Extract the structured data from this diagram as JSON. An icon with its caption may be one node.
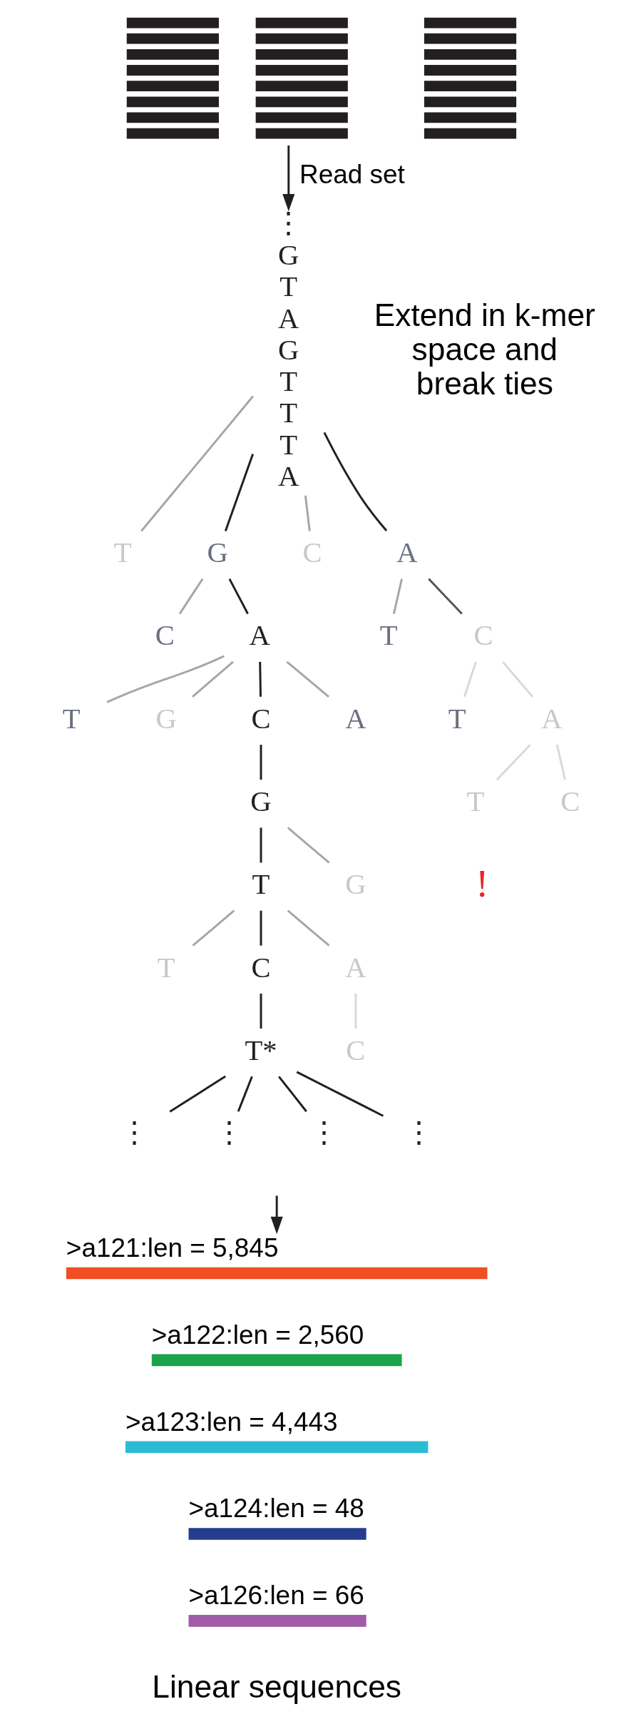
{
  "diagram": {
    "nodes": [
      {
        "text": [],
        "shape": "picture"
      },
      {
        "text": [
          "⋮ G T A G T T T A"
        ]
      },
      {
        "text": [
          "T"
        ]
      },
      {
        "text": [
          "G"
        ]
      },
      {
        "text": [
          "C"
        ]
      },
      {
        "text": [
          "A"
        ]
      },
      {
        "text": [
          "C"
        ]
      },
      {
        "text": [
          "A"
        ]
      },
      {
        "text": [
          "T"
        ]
      },
      {
        "text": [
          "C"
        ]
      },
      {
        "text": [
          "T"
        ]
      },
      {
        "text": [
          "G"
        ]
      },
      {
        "text": [
          "C"
        ]
      },
      {
        "text": [
          "A"
        ]
      },
      {
        "text": [
          "T"
        ]
      },
      {
        "text": [
          "A"
        ]
      },
      {
        "text": [
          "G"
        ]
      },
      {
        "text": [
          "T"
        ]
      },
      {
        "text": [
          "C"
        ]
      },
      {
        "text": [
          "T"
        ]
      },
      {
        "text": [
          "G"
        ]
      },
      {
        "text": [
          "T"
        ]
      },
      {
        "text": [
          "C"
        ]
      },
      {
        "text": [
          "A"
        ]
      },
      {
        "text": [
          "T*"
        ]
      },
      {
        "text": [
          "C"
        ]
      },
      {
        "text": [
          "⋮"
        ]
      },
      {
        "text": [
          "⋮"
        ]
      },
      {
        "text": [
          "⋮"
        ]
      },
      {
        "text": [
          "⋮"
        ]
      },
      {
        "text": [
          ">a121:len = 5,845"
        ]
      },
      {
        "text": [
          ">a122:len = 2,560"
        ]
      },
      {
        "text": [
          ">a123:len = 4,443"
        ]
      },
      {
        "text": [
          ">a124:len = 48"
        ]
      },
      {
        "text": [
          ">a126:len = 66"
        ]
      }
    ],
    "edges": [
      {
        "from": 0,
        "to": 1,
        "arrow": "to",
        "label": "Read set",
        "color": "#231f20"
      },
      {
        "from": 1,
        "to": 2,
        "arrow": "none",
        "color": "#a6a6a6"
      },
      {
        "from": 1,
        "to": 3,
        "arrow": "none",
        "color": "#231f20"
      },
      {
        "from": 1,
        "to": 4,
        "arrow": "none",
        "color": "#a6a6a6"
      },
      {
        "from": 1,
        "to": 5,
        "arrow": "none",
        "color": "#231f20"
      },
      {
        "from": 3,
        "to": 6,
        "arrow": "none",
        "color": "#a6a6a6"
      },
      {
        "from": 3,
        "to": 7,
        "arrow": "none",
        "color": "#231f20"
      },
      {
        "from": 5,
        "to": 8,
        "arrow": "none",
        "color": "#a6a6a6"
      },
      {
        "from": 5,
        "to": 9,
        "arrow": "none",
        "color": "#555555"
      },
      {
        "from": 7,
        "to": 10,
        "arrow": "none",
        "color": "#a6a6a6"
      },
      {
        "from": 7,
        "to": 11,
        "arrow": "none",
        "color": "#a6a6a6"
      },
      {
        "from": 7,
        "to": 12,
        "arrow": "none",
        "color": "#231f20"
      },
      {
        "from": 7,
        "to": 13,
        "arrow": "none",
        "color": "#a6a6a6"
      },
      {
        "from": 9,
        "to": 14,
        "arrow": "none",
        "color": "#d9d9d9"
      },
      {
        "from": 9,
        "to": 15,
        "arrow": "none",
        "color": "#d9d9d9"
      },
      {
        "from": 12,
        "to": 16,
        "arrow": "none",
        "color": "#231f20"
      },
      {
        "from": 15,
        "to": 17,
        "arrow": "none",
        "color": "#d9d9d9"
      },
      {
        "from": 15,
        "to": 18,
        "arrow": "none",
        "color": "#d9d9d9"
      },
      {
        "from": 16,
        "to": 19,
        "arrow": "none",
        "color": "#231f20"
      },
      {
        "from": 16,
        "to": 20,
        "arrow": "none",
        "color": "#a6a6a6"
      },
      {
        "from": 19,
        "to": 21,
        "arrow": "none",
        "color": "#a6a6a6"
      },
      {
        "from": 19,
        "to": 22,
        "arrow": "none",
        "color": "#231f20"
      },
      {
        "from": 19,
        "to": 23,
        "arrow": "none",
        "color": "#a6a6a6"
      },
      {
        "from": 22,
        "to": 24,
        "arrow": "none",
        "color": "#231f20"
      },
      {
        "from": 23,
        "to": 25,
        "arrow": "none",
        "color": "#d9d9d9"
      },
      {
        "from": 24,
        "to": 26,
        "arrow": "none",
        "color": "#231f20"
      },
      {
        "from": 24,
        "to": 27,
        "arrow": "none",
        "color": "#231f20"
      },
      {
        "from": 24,
        "to": 28,
        "arrow": "none",
        "color": "#231f20"
      },
      {
        "from": 24,
        "to": 29,
        "arrow": "none",
        "color": "#231f20"
      },
      {
        "from": null,
        "to": 30,
        "arrow": "to",
        "color": "#231f20"
      }
    ],
    "labels": [
      "Extend in k-mer space and break ties",
      "!",
      "Linear sequences"
    ]
  }
}
